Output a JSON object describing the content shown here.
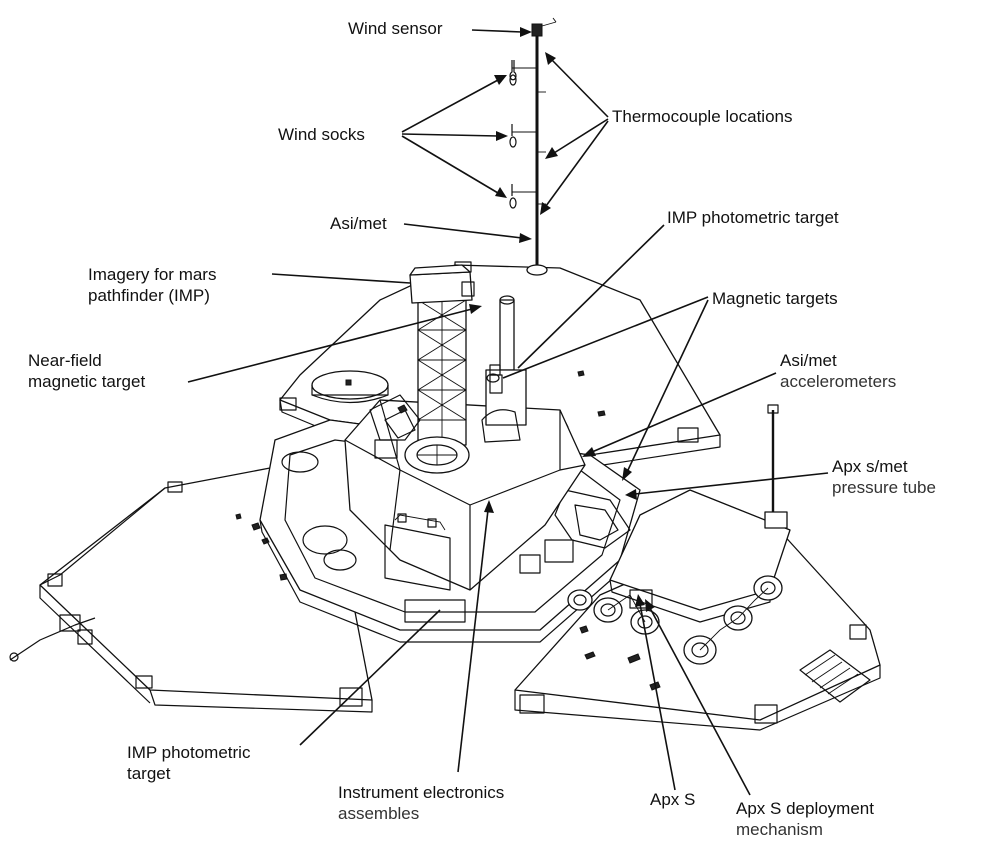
{
  "labels": {
    "wind_sensor": "Wind sensor",
    "wind_socks": "Wind socks",
    "thermocouple_locations": "Thermocouple locations",
    "asi_met": "Asi/met",
    "imp_target_top": "IMP photometric target",
    "imagery_line1": "Imagery for mars",
    "imagery_line2": "pathfinder (IMP)",
    "magnetic_targets": "Magnetic targets",
    "near_field_line1": "Near-field",
    "near_field_line2": "magnetic target",
    "accel_line1": "Asi/met",
    "accel_line2": "accelerometers",
    "apx_tube_line1": "Apx s/met",
    "apx_tube_line2": "pressure tube",
    "imp_target_bottom_line1": "IMP photometric",
    "imp_target_bottom_line2": "target",
    "electronics_line1": "Instrument electronics",
    "electronics_line2": "assembles",
    "apx_s": "Apx S",
    "apx_deploy_line1": "Apx S deployment",
    "apx_deploy_line2": "mechanism"
  },
  "colors": {
    "ink": "#111111",
    "background": "#ffffff"
  }
}
